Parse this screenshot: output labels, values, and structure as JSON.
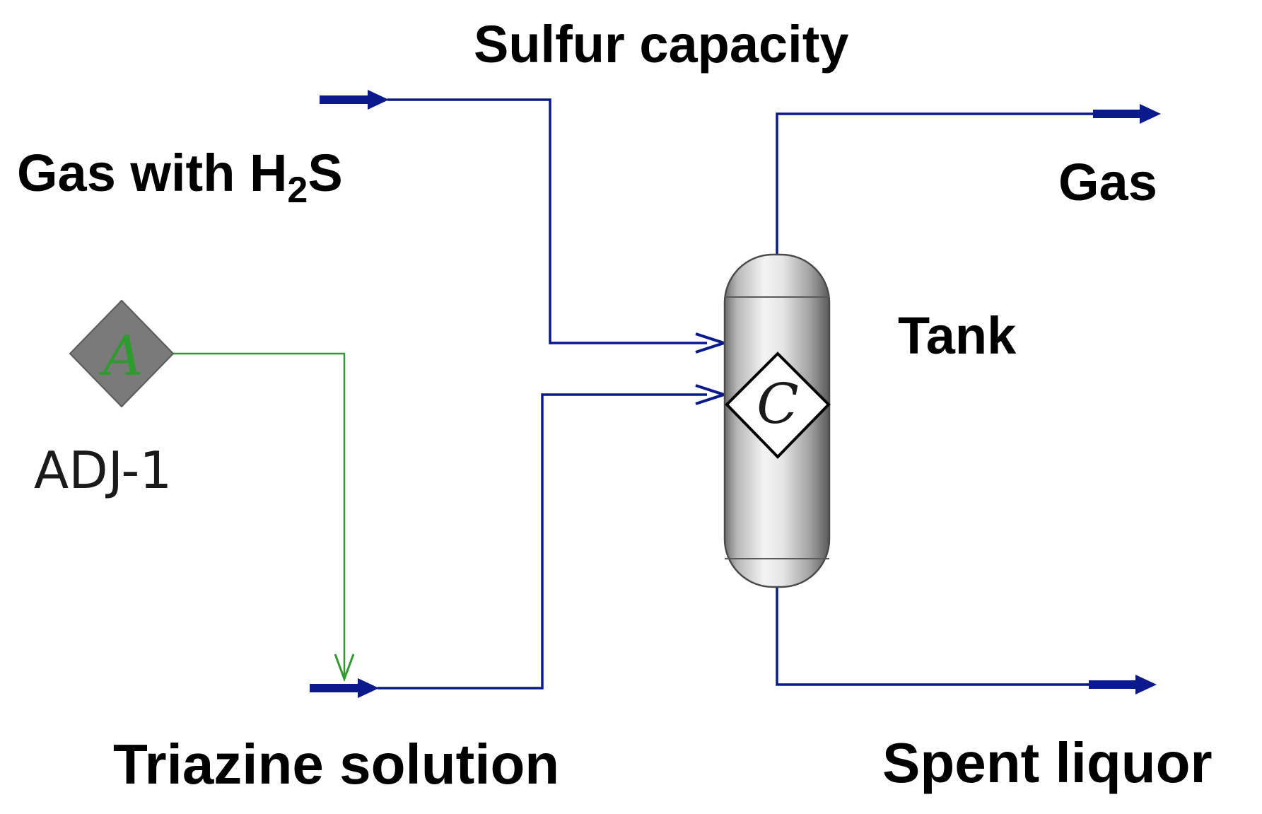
{
  "labels": {
    "sulfur_capacity": "Sulfur capacity",
    "gas_with_h2s_prefix": "Gas with H",
    "gas_with_h2s_sub": "2",
    "gas_with_h2s_suffix": "S",
    "gas": "Gas",
    "tank": "Tank",
    "adj": "ADJ-1",
    "triazine": "Triazine solution",
    "spent_liquor": "Spent liquor"
  },
  "blocks": {
    "adjust_letter": "A",
    "calculator_letter": "C"
  },
  "colors": {
    "material_stream": "#0a1a8c",
    "control_signal": "#2e9b2e",
    "adjust_block": "#7a7a7a",
    "text": "#000000"
  }
}
